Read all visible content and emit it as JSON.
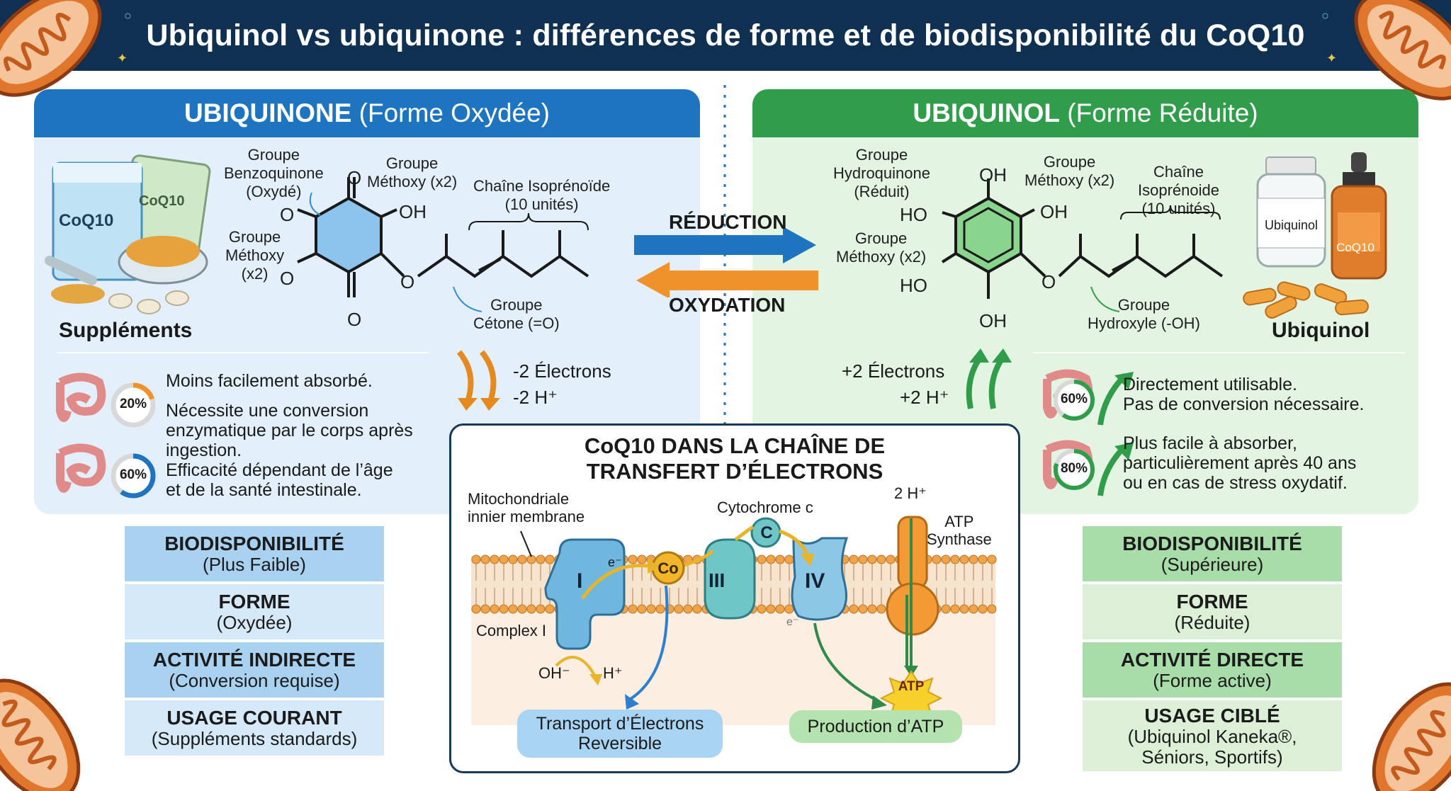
{
  "title": "Ubiquinol vs ubiquinone : différences de forme et de biodisponibilité du CoQ10",
  "colors": {
    "header": "#0f3050",
    "ubiquinone": "#1f74bf",
    "ubiquinol": "#2f9d4a",
    "reduction_arrow": "#1f74bf",
    "oxidation_arrow": "#f0922b"
  },
  "left": {
    "heading_bold": "UBIQUINONE",
    "heading_sub": "(Forme Oxydée)",
    "labels": {
      "benzoquinone": "Groupe\nBenzoquinone\n(Oxydé)",
      "methoxy_top": "Groupe\nMéthoxy (x2)",
      "chain": "Chaîne Isoprénoïde\n(10 unités)",
      "methoxy_left": "Groupe\nMéthoxy\n(x2)",
      "ketone": "Groupe\nCétone (=O)"
    },
    "atoms": {
      "o": "O",
      "oh": "OH"
    },
    "product_title": "Suppléments",
    "bag_label": "CoQ10",
    "bag_label2": "CoQ10",
    "electrons": "-2 Électrons",
    "protons": "-2 H⁺",
    "bullets": [
      "Moins facilement absorbé.",
      "Nécessite une conversion\nenzymatique par le corps après\ningestion.",
      "Efficacité dépendant de l’âge\net de la santé intestinale."
    ],
    "gauges": [
      {
        "label": "20%",
        "value": 20
      },
      {
        "label": "60%",
        "value": 60
      }
    ],
    "summary": [
      {
        "h": "BIODISPONIBILITÉ",
        "s": "(Plus Faible)"
      },
      {
        "h": "FORME",
        "s": "(Oxydée)"
      },
      {
        "h": "ACTIVITÉ INDIRECTE",
        "s": "(Conversion requise)"
      },
      {
        "h": "USAGE COURANT",
        "s": "(Suppléments standards)"
      }
    ]
  },
  "center": {
    "reduction": "RÉDUCTION",
    "oxidation": "OXYDATION"
  },
  "right": {
    "heading_bold": "UBIQUINOL",
    "heading_sub": "(Forme Réduite)",
    "labels": {
      "hydroquinone": "Groupe\nHydroquinone\n(Réduit)",
      "methoxy_top": "Groupe\nMéthoxy (x2)",
      "chain": "Chaîne\nIsoprénoide\n(10 unités)",
      "methoxy_left": "Groupe\nMéthoxy (x2)",
      "hydroxyl": "Groupe\nHydroxyle (-OH)"
    },
    "atoms": {
      "oh": "OH",
      "ho": "HO",
      "o": "O"
    },
    "product_title": "Ubiquinol",
    "bottle_label": "Ubiquinol",
    "dropper_label": "CoQ10",
    "electrons": "+2 Électrons",
    "protons": "+2 H⁺",
    "bullets": [
      "Directement utilisable.\nPas de conversion nécessaire.",
      "Plus facile à absorber,\nparticulièrement après 40 ans\nou en cas de stress oxydatif."
    ],
    "gauges": [
      {
        "label": "60%",
        "value": 60
      },
      {
        "label": "80%",
        "value": 80
      }
    ],
    "summary": [
      {
        "h": "BIODISPONIBILITÉ",
        "s": "(Supérieure)"
      },
      {
        "h": "FORME",
        "s": "(Réduite)"
      },
      {
        "h": "ACTIVITÉ DIRECTE",
        "s": "(Forme active)"
      },
      {
        "h": "USAGE CIBLÉ",
        "s": "(Ubiquinol Kaneka®,\nSéniors, Sportifs)"
      }
    ]
  },
  "etc": {
    "title": "CoQ10 DANS LA CHAÎNE DE\nTRANSFERT D’ÉLECTRONS",
    "membrane": "Mitochondriale\ninnier membrane",
    "cytochrome": "Cytochrome c",
    "complex_label": "Complex I",
    "complex_I": "I",
    "complex_III": "III",
    "complex_IV": "IV",
    "co": "Co",
    "c": "C",
    "e": "e⁻",
    "e2": "e⁻",
    "protons_top": "2 H⁺",
    "atp_synthase": "ATP\nSynthase",
    "oh": "OH⁻",
    "h": "H⁺",
    "atp": "ATP",
    "transport": "Transport d’Électrons\nReversible",
    "production": "Production d’ATP"
  }
}
